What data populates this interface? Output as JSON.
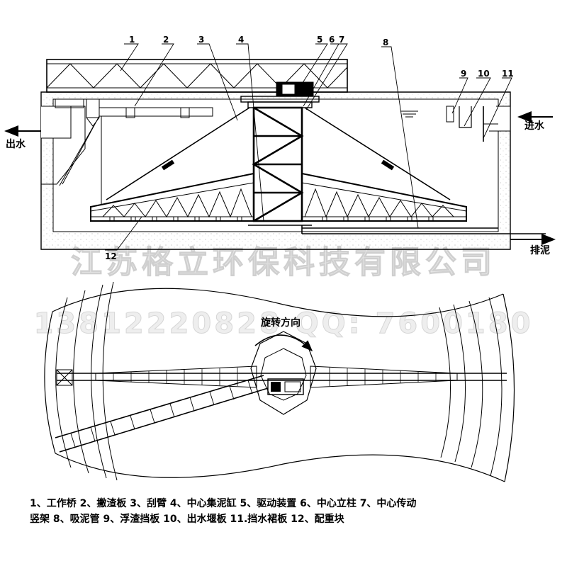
{
  "callouts": [
    {
      "num": "1"
    },
    {
      "num": "2"
    },
    {
      "num": "3"
    },
    {
      "num": "4"
    },
    {
      "num": "5"
    },
    {
      "num": "6"
    },
    {
      "num": "7"
    },
    {
      "num": "8"
    },
    {
      "num": "9"
    },
    {
      "num": "10"
    },
    {
      "num": "11"
    },
    {
      "num": "12"
    }
  ],
  "flows": {
    "outlet": "出水",
    "inlet": "进水",
    "sludge": "排泥"
  },
  "rotation_label": "旋转方向",
  "watermark": {
    "company": "江苏格立环保科技有限公司",
    "contact": "13812220828  QQ: 7600180"
  },
  "legend": {
    "line1": "1、工作桥 2、撇渣板 3、刮臂 4、中心集泥缸 5、驱动装置 6、中心立柱 7、中心传动",
    "line2": "竖架 8、吸泥管 9、浮渣挡板 10、出水堰板 11.挡水裙板 12、配重块"
  }
}
